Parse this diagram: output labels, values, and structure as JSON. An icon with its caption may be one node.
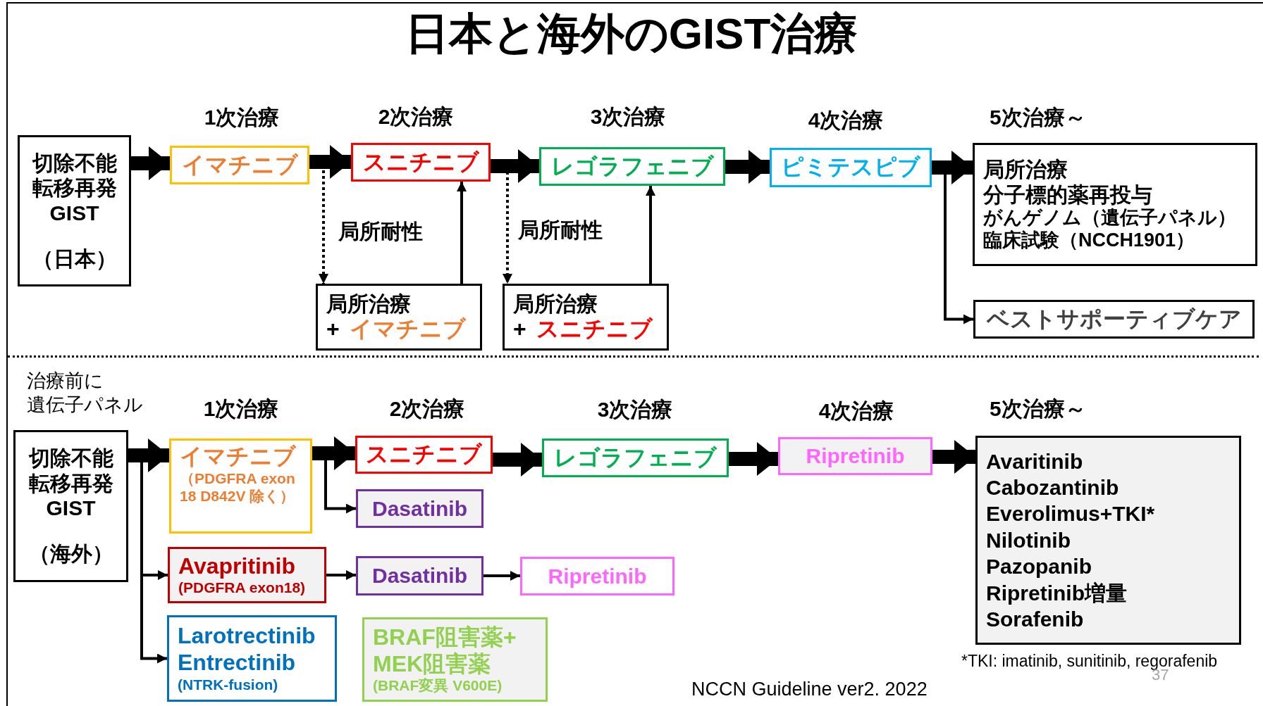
{
  "diagram": {
    "title": "日本と海外のGIST治療",
    "nodes": [
      {
        "text": [
          "切除不能転移再発GIST",
          "（日本）"
        ]
      },
      {
        "text": [
          "イマチニブ"
        ]
      },
      {
        "text": [
          "スニチニブ"
        ]
      },
      {
        "text": [
          "レゴラフェニブ"
        ]
      },
      {
        "text": [
          "ピミテスピブ"
        ]
      },
      {
        "text": [
          "局所治療",
          "分子標的薬再投与",
          "がんゲノム（遺伝子パネル）",
          "臨床試験（NCCH1901）"
        ]
      },
      {
        "text": [
          "ベストサポーティブケア"
        ]
      },
      {
        "text": [
          "局所治療",
          "+",
          "イマチニブ"
        ]
      },
      {
        "text": [
          "局所治療",
          "+",
          "スニチニブ"
        ]
      },
      {
        "text": [
          "切除不能転移再発GIST",
          "（海外）"
        ]
      },
      {
        "text": [
          "イマチニブ",
          "（PDGFRA exon18 D842V 除く）"
        ]
      },
      {
        "text": [
          "スニチニブ"
        ]
      },
      {
        "text": [
          "Dasatinib"
        ]
      },
      {
        "text": [
          "レゴラフェニブ"
        ]
      },
      {
        "text": [
          "Ripretinib"
        ]
      },
      {
        "text": [
          "Avaritinib",
          "Cabozantinib",
          "Everolimus+TKI*",
          "Nilotinib",
          "Pazopanib",
          "Ripretinib増量",
          "Sorafenib"
        ]
      },
      {
        "text": [
          "Avapritinib",
          "(PDGFRA exon18)"
        ]
      },
      {
        "text": [
          "Dasatinib"
        ]
      },
      {
        "text": [
          "Ripretinib"
        ]
      },
      {
        "text": [
          "Larotrectinib",
          "Entrectinib",
          "(NTRK-fusion)"
        ]
      },
      {
        "text": [
          "BRAF阻害薬+MEK阻害薬",
          "(BRAF変異 V600E)"
        ]
      }
    ],
    "edges": [
      {
        "from": 0,
        "to": 1,
        "arrow": "to",
        "style": "thick"
      },
      {
        "from": 1,
        "to": 2,
        "arrow": "to",
        "style": "thick"
      },
      {
        "from": 2,
        "to": 3,
        "arrow": "to",
        "style": "thick"
      },
      {
        "from": 3,
        "to": 4,
        "arrow": "to",
        "style": "thick"
      },
      {
        "from": 4,
        "to": 5,
        "arrow": "to",
        "style": "thick"
      },
      {
        "from": 4,
        "to": 6,
        "arrow": "to"
      },
      {
        "from": 1,
        "to": 7,
        "arrow": "to",
        "style": "dashed",
        "label": "局所耐性"
      },
      {
        "from": 7,
        "to": 2,
        "arrow": "to"
      },
      {
        "from": 2,
        "to": 8,
        "arrow": "to",
        "style": "dashed",
        "label": "局所耐性"
      },
      {
        "from": 8,
        "to": 3,
        "arrow": "to"
      },
      {
        "from": 9,
        "to": 10,
        "arrow": "to",
        "style": "thick"
      },
      {
        "from": 9,
        "to": 16,
        "arrow": "to"
      },
      {
        "from": 9,
        "to": 19,
        "arrow": "to"
      },
      {
        "from": 10,
        "to": 11,
        "arrow": "to",
        "style": "thick"
      },
      {
        "from": 10,
        "to": 12,
        "arrow": "to"
      },
      {
        "from": 11,
        "to": 13,
        "arrow": "to",
        "style": "thick"
      },
      {
        "from": 13,
        "to": 14,
        "arrow": "to",
        "style": "thick"
      },
      {
        "from": 14,
        "to": 15,
        "arrow": "to",
        "style": "thick"
      },
      {
        "from": 16,
        "to": 17,
        "arrow": "to"
      },
      {
        "from": 17,
        "to": 18,
        "arrow": "to"
      }
    ],
    "labels": [
      "1次治療",
      "2次治療",
      "3次治療",
      "4次治療",
      "5次治療～",
      "治療前に",
      "遺伝子パネル",
      "1次治療",
      "2次治療",
      "3次治療",
      "4次治療",
      "5次治療～",
      "*TKI: imatinib, sunitinib, regorafenib",
      "NCCN Guideline ver2. 2022",
      "37"
    ]
  }
}
